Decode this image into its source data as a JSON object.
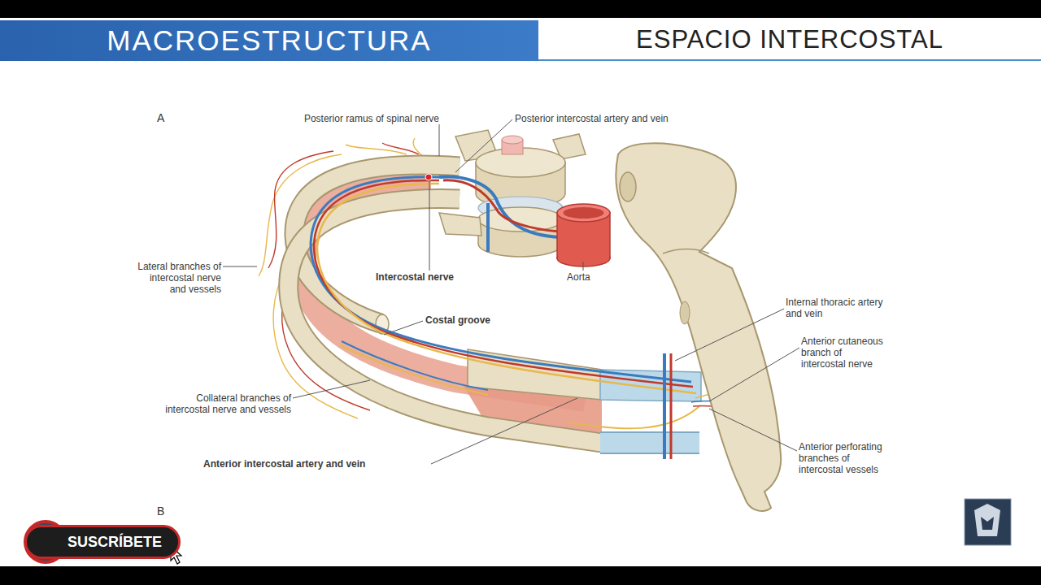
{
  "diagram": {
    "nodes": [
      {
        "text": [
          "MACROESTRUCTURA"
        ]
      },
      {
        "text": [
          "ESPACIO INTERCOSTAL"
        ]
      },
      {
        "text": [
          "SUSCRÍBETE"
        ]
      }
    ],
    "labels": [
      "A",
      "Posterior ramus of spinal nerve",
      "Posterior intercostal artery and vein",
      "Lateral branches of intercostal nerve and vessels",
      "Intercostal nerve",
      "Aorta",
      "Costal groove",
      "Internal thoracic artery and vein",
      "Anterior cutaneous branch of intercostal nerve",
      "Collateral branches of intercostal nerve and vessels",
      "Anterior perforating branches of intercostal vessels",
      "Anterior intercostal artery and vein",
      "B"
    ]
  }
}
